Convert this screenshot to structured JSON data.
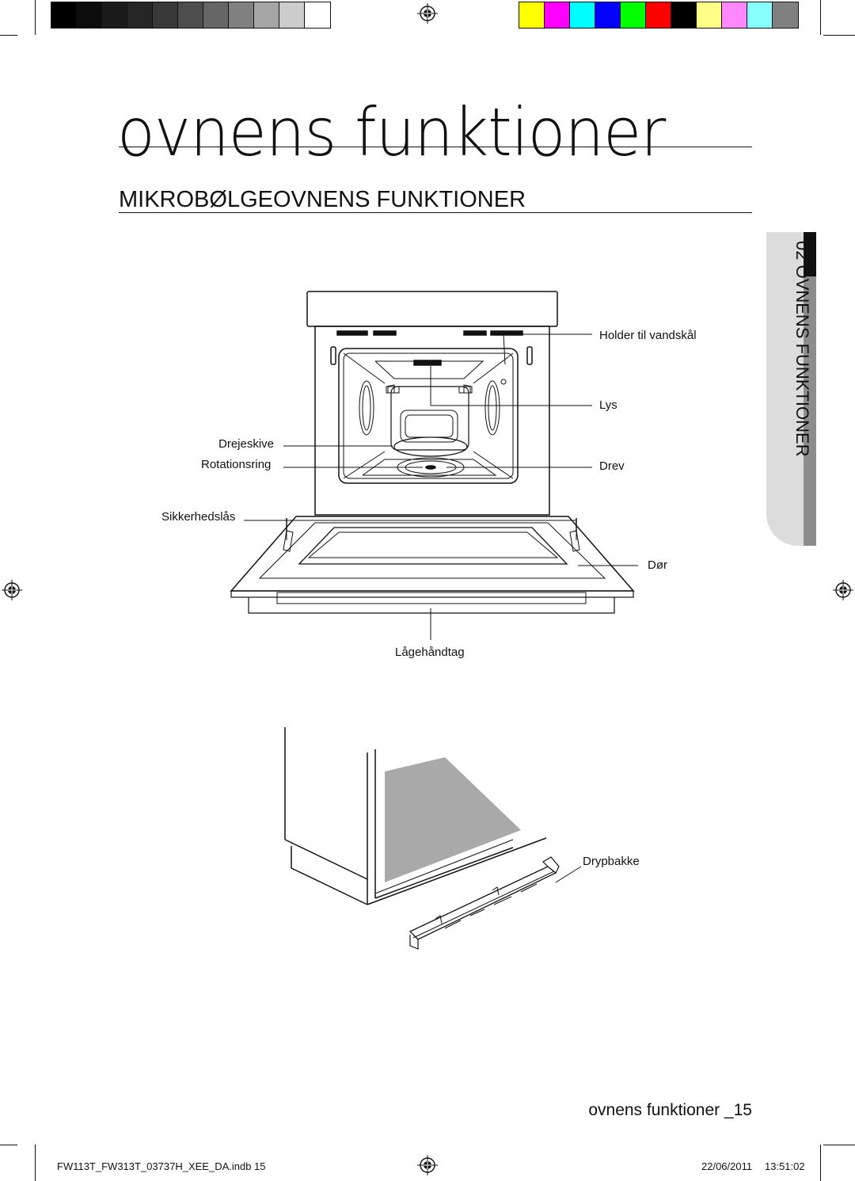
{
  "colors": {
    "grey_swatches": [
      "#000000",
      "#0d0d0d",
      "#1a1a1a",
      "#262626",
      "#383838",
      "#4d4d4d",
      "#666666",
      "#808080",
      "#a6a6a6",
      "#cccccc",
      "#ffffff"
    ],
    "color_swatches": [
      "#ffff00",
      "#ff00ff",
      "#00ffff",
      "#0000ff",
      "#00ff00",
      "#ff0000",
      "#000000",
      "#ffff88",
      "#ff88ff",
      "#88ffff",
      "#808080"
    ],
    "tab_grey": "#dcdcdc"
  },
  "page": {
    "title": "ovnens funktioner",
    "section_title": "MIKROBØLGEOVNENS FUNKTIONER",
    "side_tab": "02 OVNENS FUNKTIONER"
  },
  "diagram1": {
    "labels": {
      "holder": "Holder til vandskål",
      "lys": "Lys",
      "drejeskive": "Drejeskive",
      "rotationsring": "Rotationsring",
      "drev": "Drev",
      "sikkerhedslas": "Sikkerhedslås",
      "dor": "Dør",
      "lagehandtag": "Lågehåndtag"
    }
  },
  "diagram2": {
    "labels": {
      "drypbakke": "Drypbakke"
    }
  },
  "footer": {
    "page_label": "ovnens funktioner _15",
    "file": "FW113T_FW313T_03737H_XEE_DA.indb   15",
    "date": "22/06/2011",
    "time": "13:51:02"
  },
  "icons": [
    "registration-mark-icon"
  ]
}
